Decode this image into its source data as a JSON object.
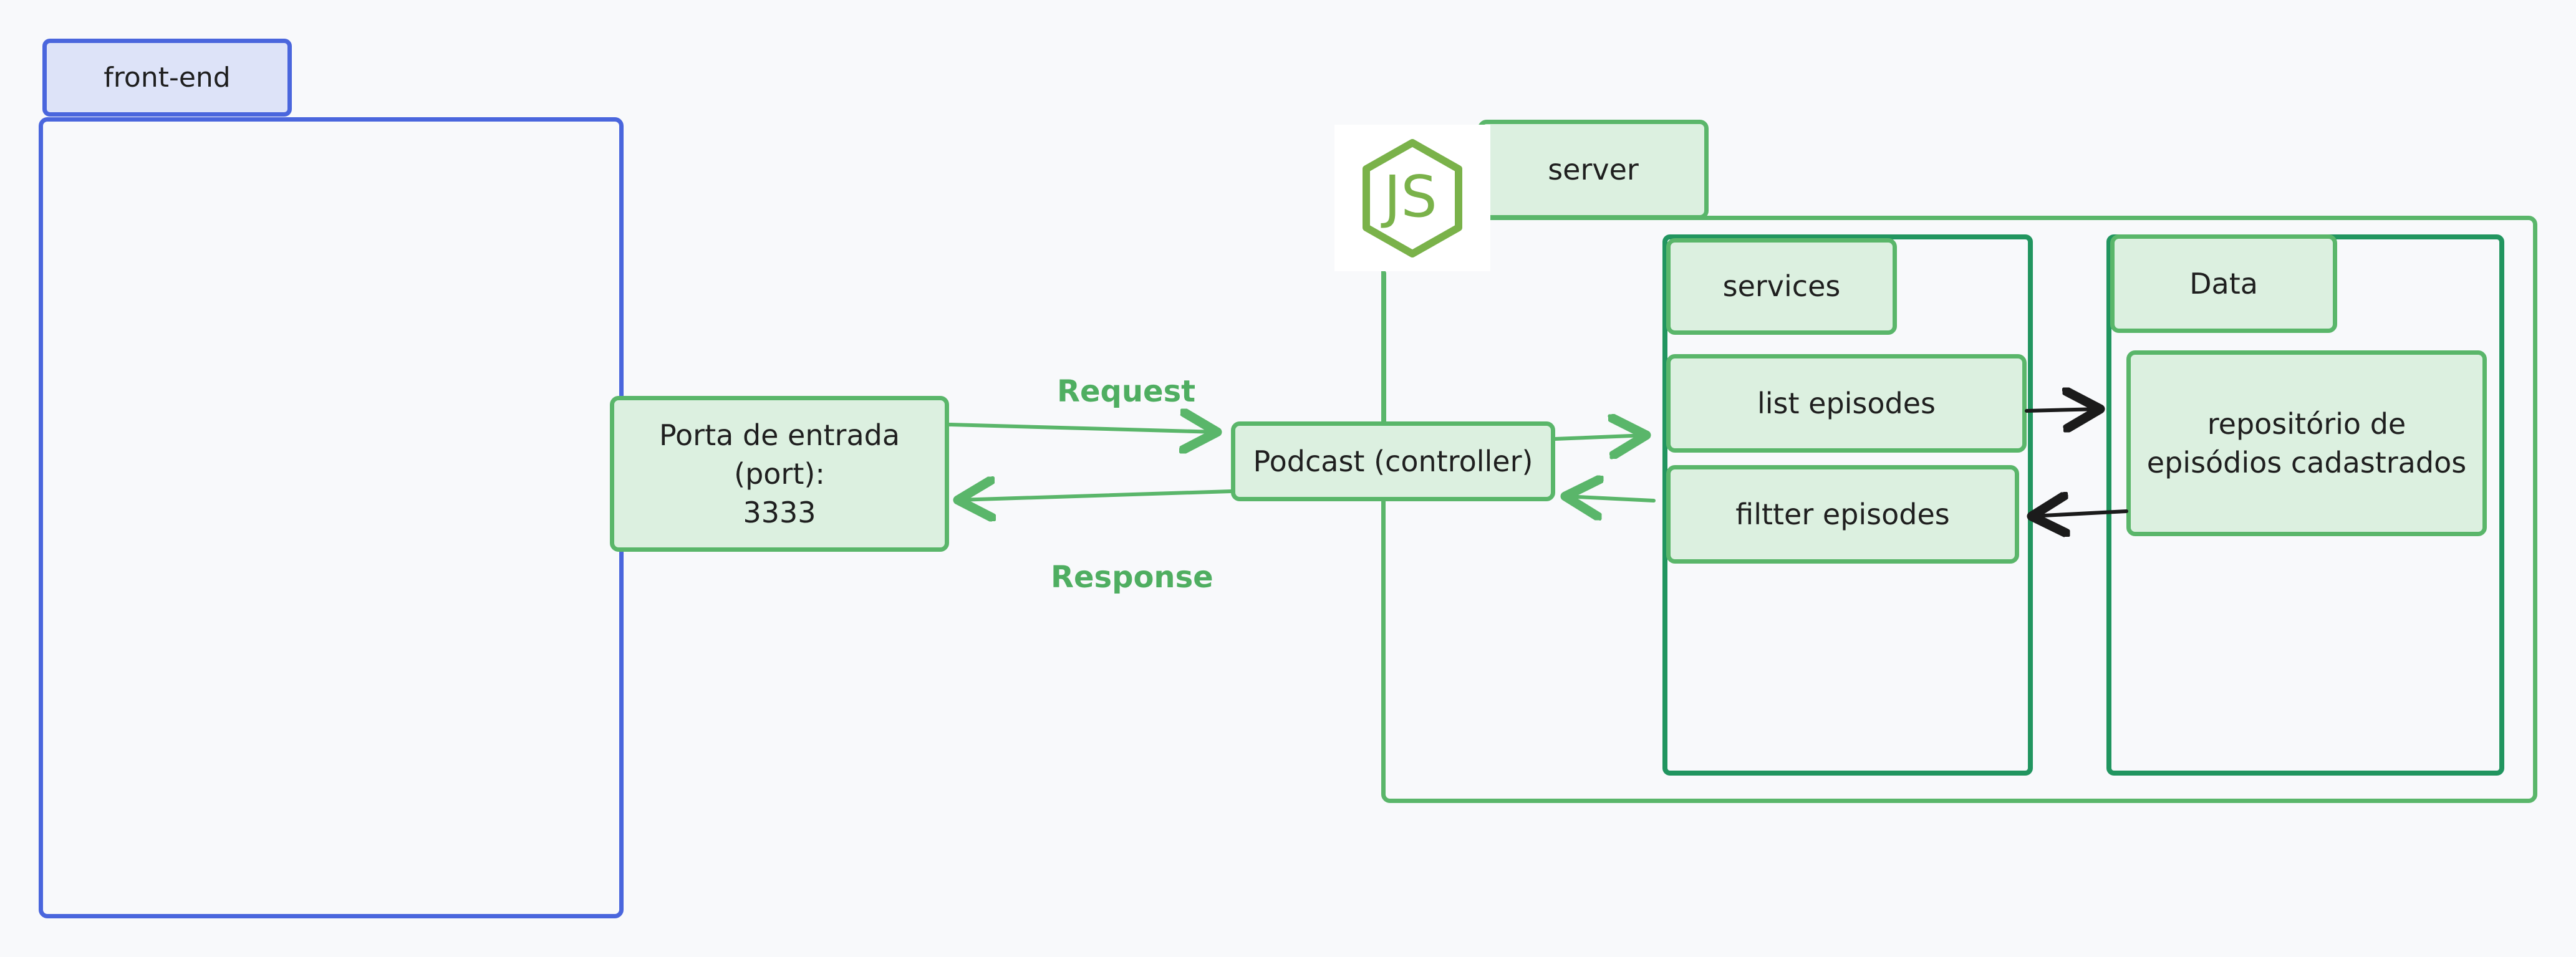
{
  "diagram": {
    "frontend": {
      "label": "front-end"
    },
    "server": {
      "label": "server",
      "logo_icon": "nodejs-logo-icon"
    },
    "services": {
      "label": "services"
    },
    "data": {
      "label": "Data"
    },
    "port": {
      "label": "Porta de entrada\n(port):\n3333"
    },
    "controller": {
      "label": "Podcast (controller)"
    },
    "list_episodes": {
      "label": "list episodes"
    },
    "filter_episodes": {
      "label": "filtter episodes"
    },
    "repository": {
      "label": "repositório de\nepisódios cadastrados"
    },
    "edges": {
      "request": "Request",
      "response": "Response"
    },
    "colors": {
      "frontend": "#4a66dd",
      "server": "#5ab66a",
      "services": "#21955f",
      "node_fill": "#dcf0e0",
      "edge_label": "#4fae61",
      "black_arrow": "#1b1b1b"
    }
  }
}
